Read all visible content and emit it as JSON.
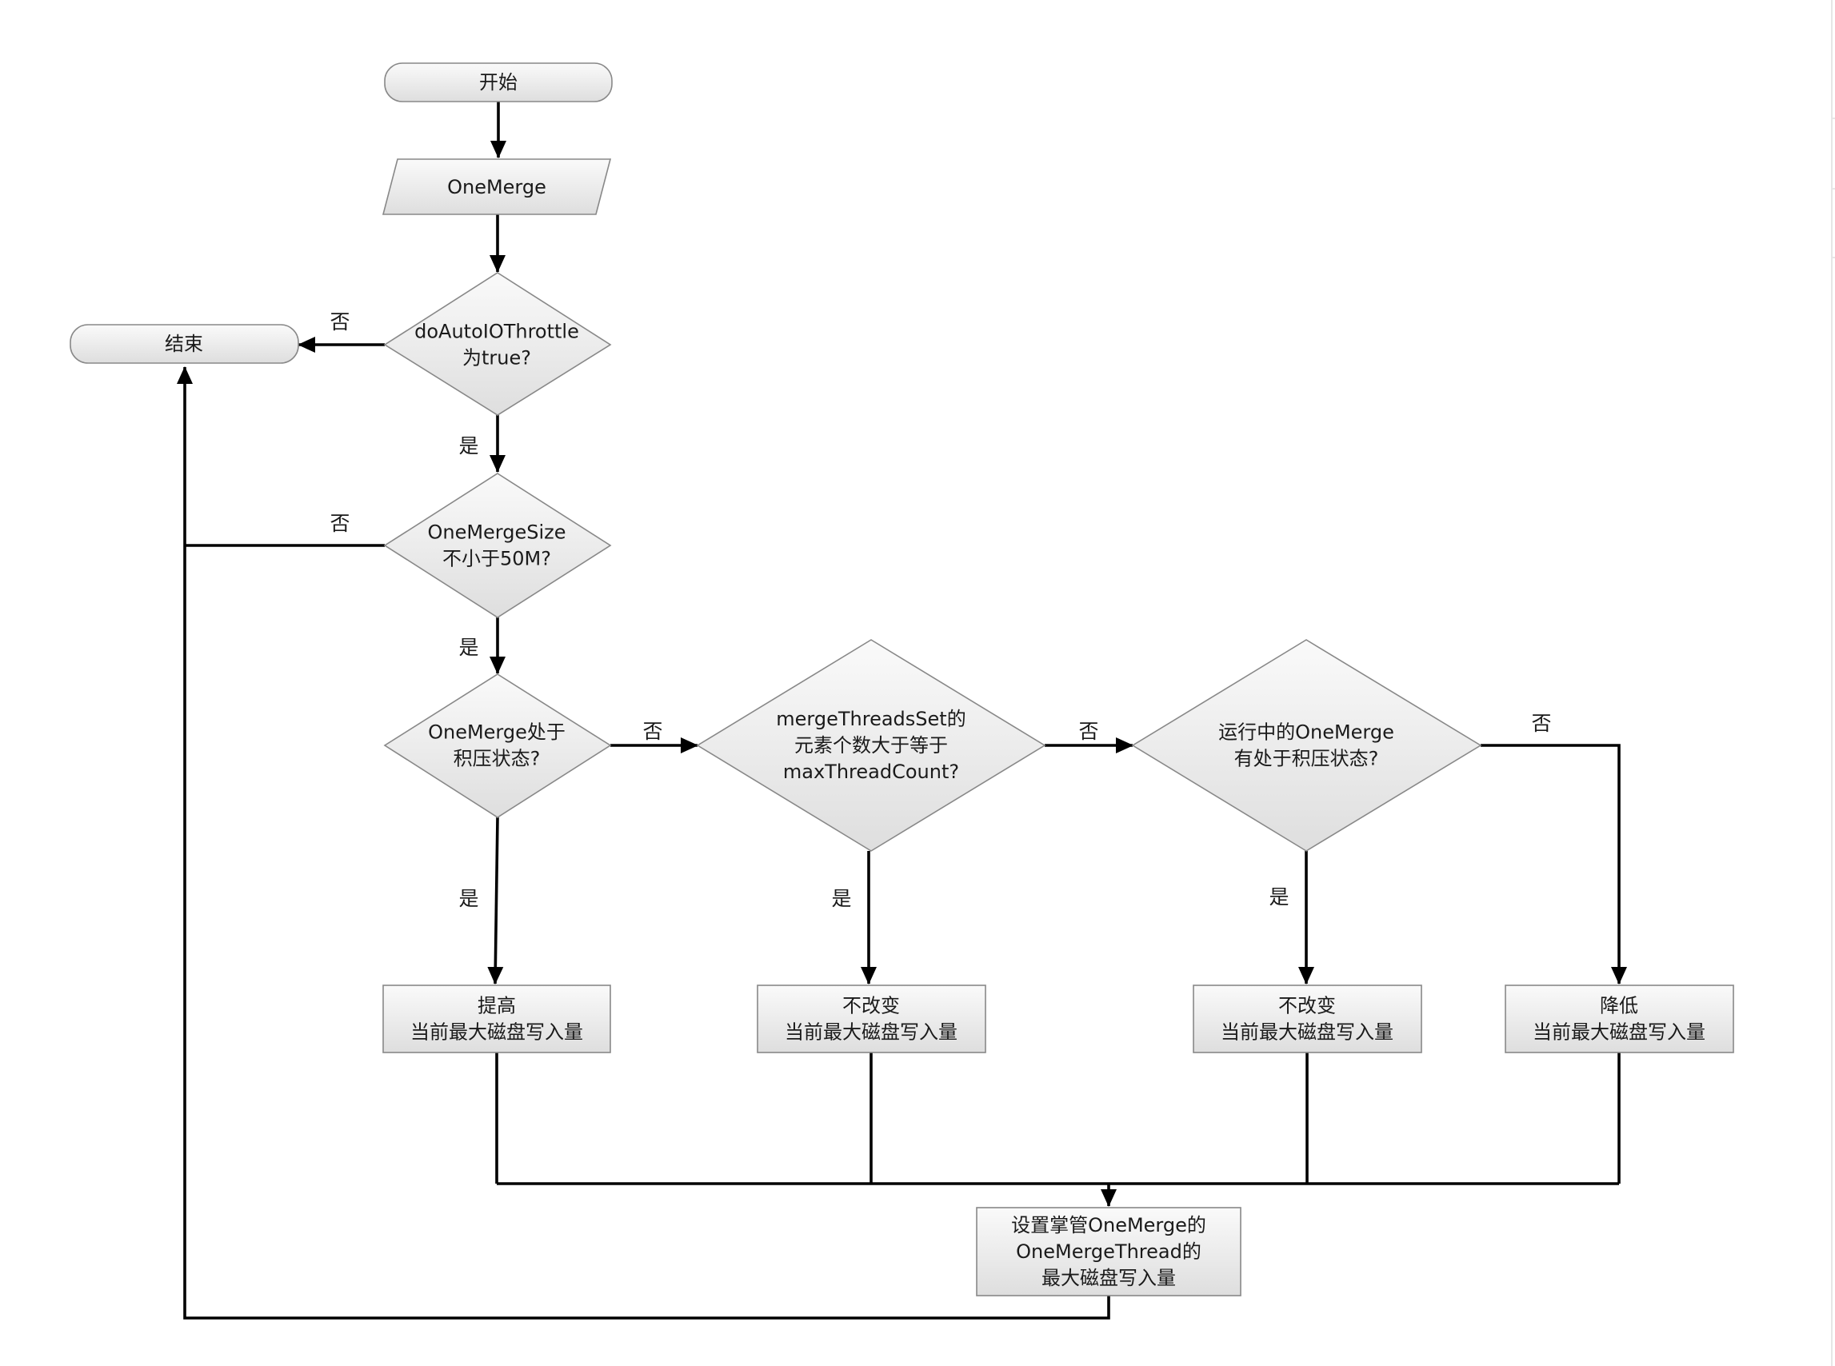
{
  "nodes": {
    "start": {
      "lines": [
        "开始"
      ]
    },
    "onemerge": {
      "lines": [
        "OneMerge"
      ]
    },
    "end": {
      "lines": [
        "结束"
      ]
    },
    "d_auto": {
      "lines": [
        "doAutoIOThrottle",
        "为true?"
      ]
    },
    "d_size": {
      "lines": [
        "OneMergeSize",
        "不小于50M?"
      ]
    },
    "d_backlog": {
      "lines": [
        "OneMerge处于",
        "积压状态?"
      ]
    },
    "d_threads": {
      "lines": [
        "mergeThreadsSet的",
        "元素个数大于等于",
        "maxThreadCount?"
      ]
    },
    "d_running": {
      "lines": [
        "运行中的OneMerge",
        "有处于积压状态?"
      ]
    },
    "p_raise": {
      "lines": [
        "提高",
        "当前最大磁盘写入量"
      ]
    },
    "p_keep1": {
      "lines": [
        "不改变",
        "当前最大磁盘写入量"
      ]
    },
    "p_keep2": {
      "lines": [
        "不改变",
        "当前最大磁盘写入量"
      ]
    },
    "p_lower": {
      "lines": [
        "降低",
        "当前最大磁盘写入量"
      ]
    },
    "p_set": {
      "lines": [
        "设置掌管OneMerge的",
        "OneMergeThread的",
        "最大磁盘写入量"
      ]
    }
  },
  "edge_labels": {
    "auto_no": "否",
    "auto_yes": "是",
    "size_no": "否",
    "size_yes": "是",
    "backlog_no": "否",
    "backlog_yes": "是",
    "threads_no": "否",
    "threads_yes": "是",
    "running_no": "否",
    "running_yes": "是"
  },
  "colors": {
    "node_fill_top": "#fafafa",
    "node_fill_bottom": "#dedede",
    "node_stroke": "#888888",
    "edge": "#000000",
    "text": "#1a1a1a"
  }
}
